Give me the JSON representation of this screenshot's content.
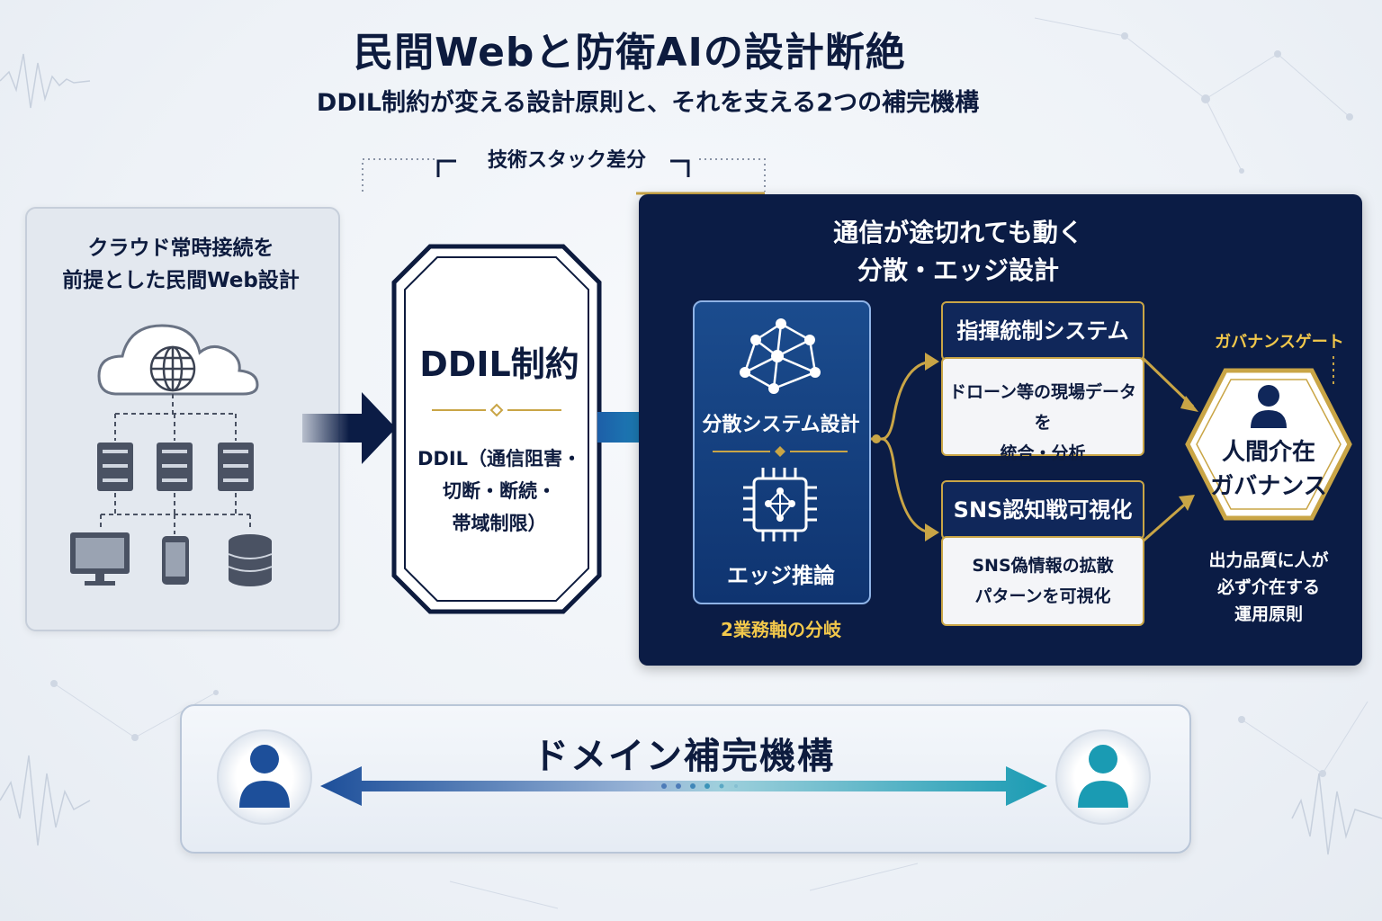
{
  "header": {
    "title": "民間Webと防衛AIの設計断絶",
    "subtitle": "DDIL制約が変える設計原則と、それを支える2つの補完機構",
    "stack_label": "技術スタック差分"
  },
  "left": {
    "title_line1": "クラウド常時接続を",
    "title_line2": "前提とした民間Web設計"
  },
  "ddil": {
    "title": "DDIL制約",
    "desc_line1": "DDIL（通信阻害・",
    "desc_line2": "切断・断続・",
    "desc_line3": "帯域制限）"
  },
  "right": {
    "title_line1": "通信が途切れても動く",
    "title_line2": "分散・エッジ設計",
    "distributed": "分散システム設計",
    "edge": "エッジ推論",
    "branch": "2業務軸の分岐",
    "command": {
      "head": "指揮統制システム",
      "line1": "ドローン等の現場データを",
      "line2": "統合・分析"
    },
    "sns": {
      "head": "SNS認知戦可視化",
      "line1": "SNS偽情報の拡散",
      "line2": "パターンを可視化"
    },
    "gate": "ガバナンスゲート",
    "governance_line1": "人間介在",
    "governance_line2": "ガバナンス",
    "gov_desc_line1": "出力品質に人が",
    "gov_desc_line2": "必ず介在する",
    "gov_desc_line3": "運用原則"
  },
  "bottom": {
    "title": "ドメイン補完機構"
  },
  "colors": {
    "navy": "#0b1c45",
    "gold": "#c9a546",
    "teal": "#1a9bb3",
    "blue": "#1d4f9a"
  }
}
